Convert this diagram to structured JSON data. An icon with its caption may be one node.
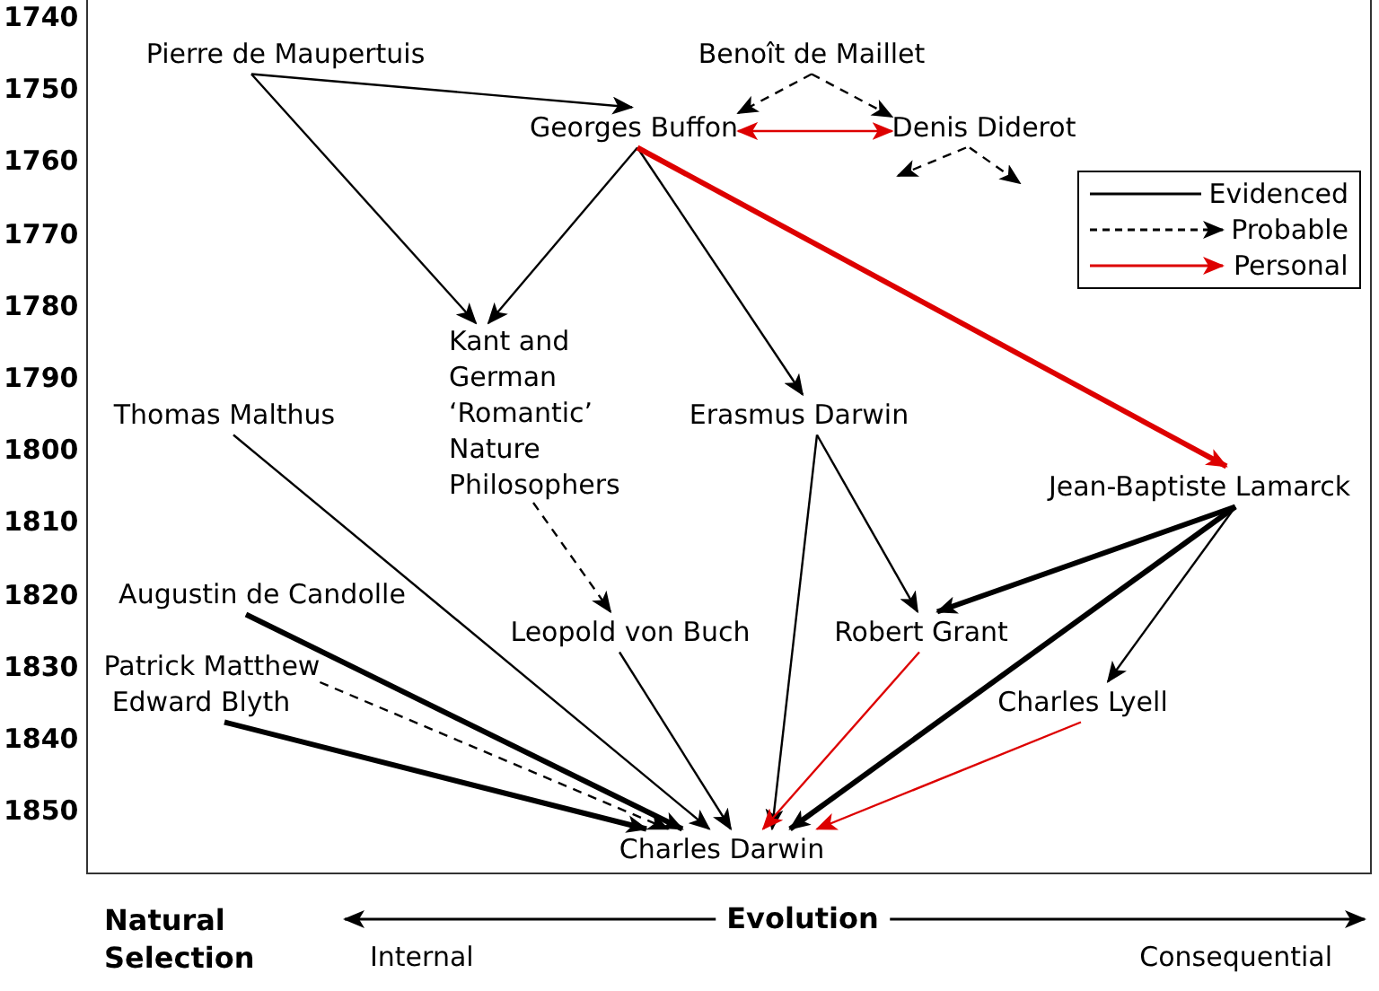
{
  "diagram": {
    "nodes": [
      {
        "text": [
          "Pierre de Maupertuis"
        ]
      },
      {
        "text": [
          "Benoît de Maillet"
        ]
      },
      {
        "text": [
          "Georges Buffon"
        ]
      },
      {
        "text": [
          "Denis Diderot"
        ]
      },
      {
        "text": [
          "Kant and German ‘Romantic’ Nature Philosophers"
        ]
      },
      {
        "text": [
          "Thomas Malthus"
        ]
      },
      {
        "text": [
          "Erasmus Darwin"
        ]
      },
      {
        "text": [
          "Jean-Baptiste Lamarck"
        ]
      },
      {
        "text": [
          "Augustin de Candolle"
        ]
      },
      {
        "text": [
          "Leopold von Buch"
        ]
      },
      {
        "text": [
          "Robert Grant"
        ]
      },
      {
        "text": [
          "Patrick Matthew"
        ]
      },
      {
        "text": [
          "Edward Blyth"
        ]
      },
      {
        "text": [
          "Charles Lyell"
        ]
      },
      {
        "text": [
          "Charles Darwin"
        ]
      }
    ],
    "edges": [
      {
        "from": 0,
        "to": 2,
        "arrow": "to"
      },
      {
        "from": 0,
        "to": 4,
        "arrow": "to"
      },
      {
        "from": 1,
        "to": 2,
        "arrow": "to",
        "style": "dashed"
      },
      {
        "from": 1,
        "to": 3,
        "arrow": "to",
        "style": "dashed"
      },
      {
        "from": 2,
        "to": 3,
        "arrow": "both",
        "color": "#dd0000"
      },
      {
        "from": 3,
        "to": null,
        "arrow": "to",
        "style": "dashed"
      },
      {
        "from": 3,
        "to": null,
        "arrow": "to",
        "style": "dashed"
      },
      {
        "from": 2,
        "to": 4,
        "arrow": "to"
      },
      {
        "from": 2,
        "to": 6,
        "arrow": "to"
      },
      {
        "from": 2,
        "to": 7,
        "arrow": "to",
        "style": "thick",
        "color": "#dd0000"
      },
      {
        "from": 4,
        "to": 9,
        "arrow": "to",
        "style": "dashed"
      },
      {
        "from": 5,
        "to": 14,
        "arrow": "to"
      },
      {
        "from": 6,
        "to": 14,
        "arrow": "to"
      },
      {
        "from": 6,
        "to": 10,
        "arrow": "to"
      },
      {
        "from": 7,
        "to": 10,
        "arrow": "to",
        "style": "thick"
      },
      {
        "from": 7,
        "to": 14,
        "arrow": "to",
        "style": "thick"
      },
      {
        "from": 7,
        "to": 13,
        "arrow": "to"
      },
      {
        "from": 8,
        "to": 14,
        "arrow": "to",
        "style": "thick"
      },
      {
        "from": 11,
        "to": 14,
        "arrow": "to",
        "style": "dashed"
      },
      {
        "from": 12,
        "to": 14,
        "arrow": "to",
        "style": "thick"
      },
      {
        "from": 9,
        "to": 14,
        "arrow": "to"
      },
      {
        "from": 10,
        "to": 14,
        "arrow": "to",
        "color": "#dd0000"
      },
      {
        "from": 13,
        "to": 14,
        "arrow": "to",
        "color": "#dd0000"
      }
    ],
    "labels": [
      "1740",
      "1750",
      "1760",
      "1770",
      "1780",
      "1790",
      "1800",
      "1810",
      "1820",
      "1830",
      "1840",
      "1850",
      "Natural Selection",
      "Evolution",
      "Internal",
      "Consequential"
    ],
    "legend": [
      {
        "text": "Evidenced"
      },
      {
        "text": "Probable"
      },
      {
        "text": "Personal"
      }
    ]
  }
}
